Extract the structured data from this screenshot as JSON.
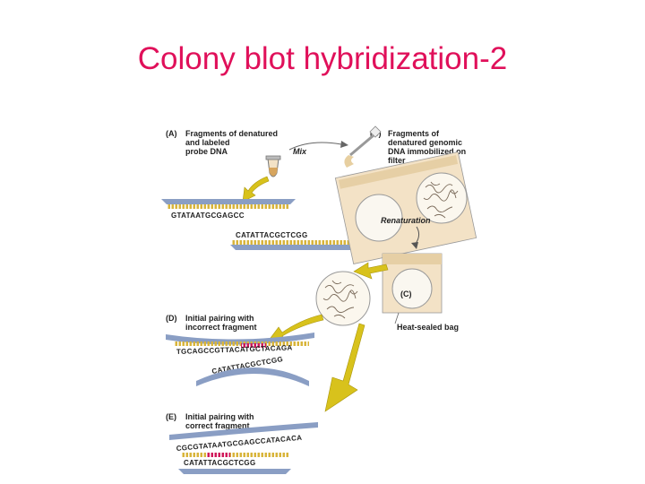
{
  "slide": {
    "title": "Colony blot hybridization-2"
  },
  "panels": {
    "a": {
      "tag": "(A)",
      "lines": [
        "Fragments of denatured",
        "and labeled",
        "probe DNA"
      ]
    },
    "b": {
      "tag": "(B)",
      "lines": [
        "Fragments of",
        "denatured genomic",
        "DNA immobilized on",
        "filter"
      ]
    },
    "c": {
      "tag": "(C)"
    },
    "d": {
      "tag": "(D)",
      "lines": [
        "Initial pairing with",
        "incorrect fragment"
      ]
    },
    "e": {
      "tag": "(E)",
      "lines": [
        "Initial pairing with",
        "correct fragment"
      ]
    }
  },
  "labels": {
    "mix": "Mix",
    "renaturation": "Renaturation",
    "heat_sealed_bag": "Heat-sealed bag"
  },
  "sequences": {
    "probe_top": "GTATAATGCGAGCC",
    "probe_bottom": "CATATTACGCTCGG",
    "d_top": "TGCAGCCGTTACATGCTACAGA",
    "d_bottom": "CATATTACGCTCGG",
    "e_top": "CGCGTATAATGCGAGCCATACACA",
    "e_bottom": "CATATTACGCTCGG"
  },
  "colors": {
    "title": "#e0105a",
    "backbone_blue": "#8a9ec4",
    "base_yellow": "#d8b43a",
    "arrow_yellow": "#d8c21c",
    "match_pink": "#d0185a",
    "filter_bag": "#f3e2c6"
  }
}
